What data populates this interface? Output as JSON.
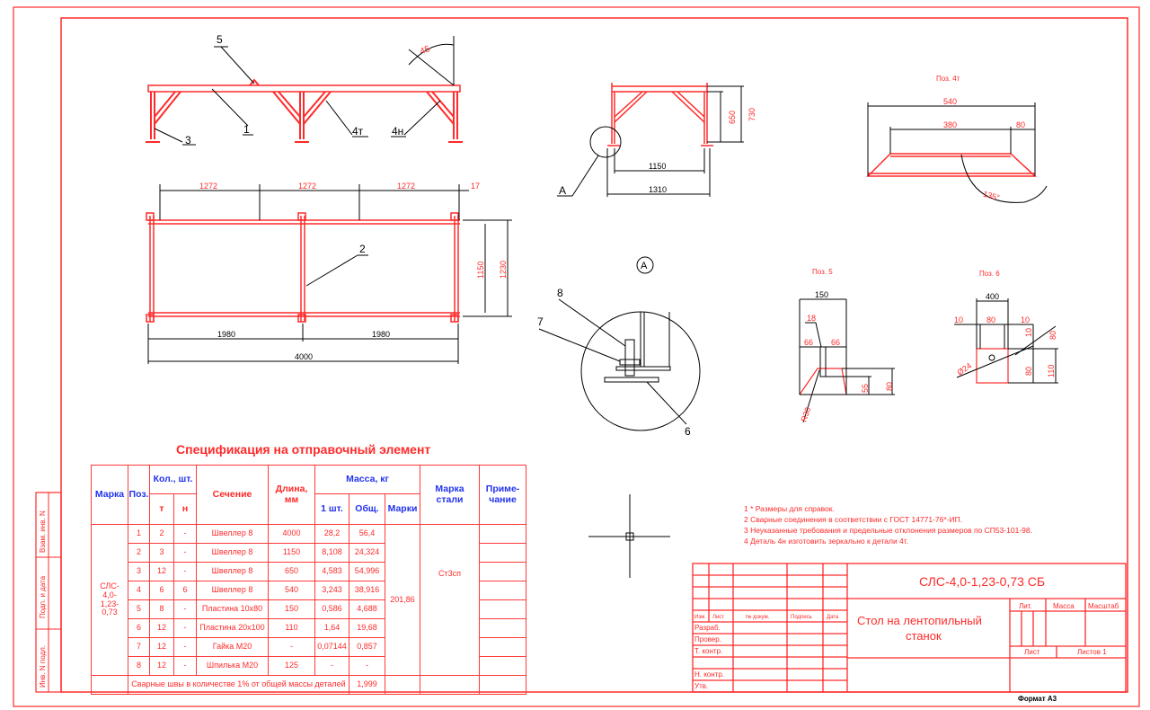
{
  "spec": {
    "title": "Спецификация на отправочный элемент",
    "headers": {
      "marka": "Марка",
      "pos": "Поз.",
      "qty": "Кол., шт.",
      "t": "т",
      "n": "н",
      "section": "Сечение",
      "length": "Длина, мм",
      "mass": "Масса, кг",
      "one": "1 шт.",
      "total": "Общ.",
      "marks": "Марки",
      "steel": "Марка стали",
      "note": "Приме-чание"
    },
    "marka_value": "СЛС-4,0-1,23-0,73",
    "marks_total": "201,86",
    "steel_value": "Ст3сп",
    "rows": [
      {
        "pos": "1",
        "t": "2",
        "n": "-",
        "section": "Швеллер 8",
        "length": "4000",
        "one": "28,2",
        "total": "56,4"
      },
      {
        "pos": "2",
        "t": "3",
        "n": "-",
        "section": "Швеллер 8",
        "length": "1150",
        "one": "8,108",
        "total": "24,324"
      },
      {
        "pos": "3",
        "t": "12",
        "n": "-",
        "section": "Швеллер 8",
        "length": "650",
        "one": "4,583",
        "total": "54,996"
      },
      {
        "pos": "4",
        "t": "6",
        "n": "6",
        "section": "Швеллер 8",
        "length": "540",
        "one": "3,243",
        "total": "38,916"
      },
      {
        "pos": "5",
        "t": "8",
        "n": "-",
        "section": "Пластина 10х80",
        "length": "150",
        "one": "0,586",
        "total": "4,688"
      },
      {
        "pos": "6",
        "t": "12",
        "n": "-",
        "section": "Пластина 20х100",
        "length": "110",
        "one": "1,64",
        "total": "19,68"
      },
      {
        "pos": "7",
        "t": "12",
        "n": "-",
        "section": "Гайка М20",
        "length": "-",
        "one": "0,07144",
        "total": "0,857"
      },
      {
        "pos": "8",
        "t": "12",
        "n": "-",
        "section": "Шпилька М20",
        "length": "125",
        "one": "-",
        "total": "-"
      }
    ],
    "welds_label": "Сварные швы в количестве 1% от общей массы деталей",
    "welds_value": "1,999"
  },
  "notes": [
    "1 * Размеры для справок.",
    "2 Сварные соединения в соответствии с ГОСТ 14771-76*-ИП.",
    "3 Неуказанные требования и предельные отклонения размеров по СП53-101-98.",
    "4 Деталь 4н изготовить зеркально к детали 4т."
  ],
  "title_block": {
    "designation": "СЛС-4,0-1,23-0,73 СБ",
    "name_line1": "Стол на лентопильный",
    "name_line2": "станок",
    "col_izm": "Изм.",
    "col_list": "Лист",
    "col_doc": "№ докум.",
    "col_sign": "Подпись",
    "col_date": "Дата",
    "razrab": "Разраб.",
    "prover": "Провер.",
    "tkontr": "Т. контр.",
    "nkontr": "Н. контр.",
    "utv": "Утв.",
    "lit": "Лит.",
    "mass": "Масса",
    "scale": "Масштаб",
    "sheet": "Лист",
    "sheets": "Листов 1",
    "format": "Формат А3"
  },
  "side_stamps": {
    "inv_podl": "Инв. N подл.",
    "podp_data": "Подп. и дата",
    "vzam_inv": "Взам. инв. N"
  },
  "front_view": {
    "labels": [
      "5",
      "1",
      "3",
      "4т",
      "4н"
    ],
    "angle": "45"
  },
  "plan_view": {
    "dims_top": [
      "1272",
      "1272",
      "1272",
      "17"
    ],
    "dims_side": [
      "1150",
      "1230"
    ],
    "dims_bottom": [
      "1980",
      "1980",
      "4000"
    ],
    "label": "2"
  },
  "side_view": {
    "dims": [
      "650",
      "730",
      "1150",
      "1310"
    ],
    "callout": "A"
  },
  "detail_a": {
    "title": "A",
    "labels": [
      "8",
      "7",
      "6"
    ]
  },
  "pos4t": {
    "title": "Поз. 4т",
    "dims": [
      "540",
      "380",
      "80",
      "135°"
    ]
  },
  "pos5": {
    "title": "Поз. 5",
    "dims": [
      "150",
      "18",
      "66",
      "66",
      "55",
      "80",
      "R30"
    ]
  },
  "pos6": {
    "title": "Поз. 6",
    "dims": [
      "400",
      "10",
      "80",
      "10",
      "10",
      "80",
      "80",
      "110",
      "Ø24"
    ]
  }
}
